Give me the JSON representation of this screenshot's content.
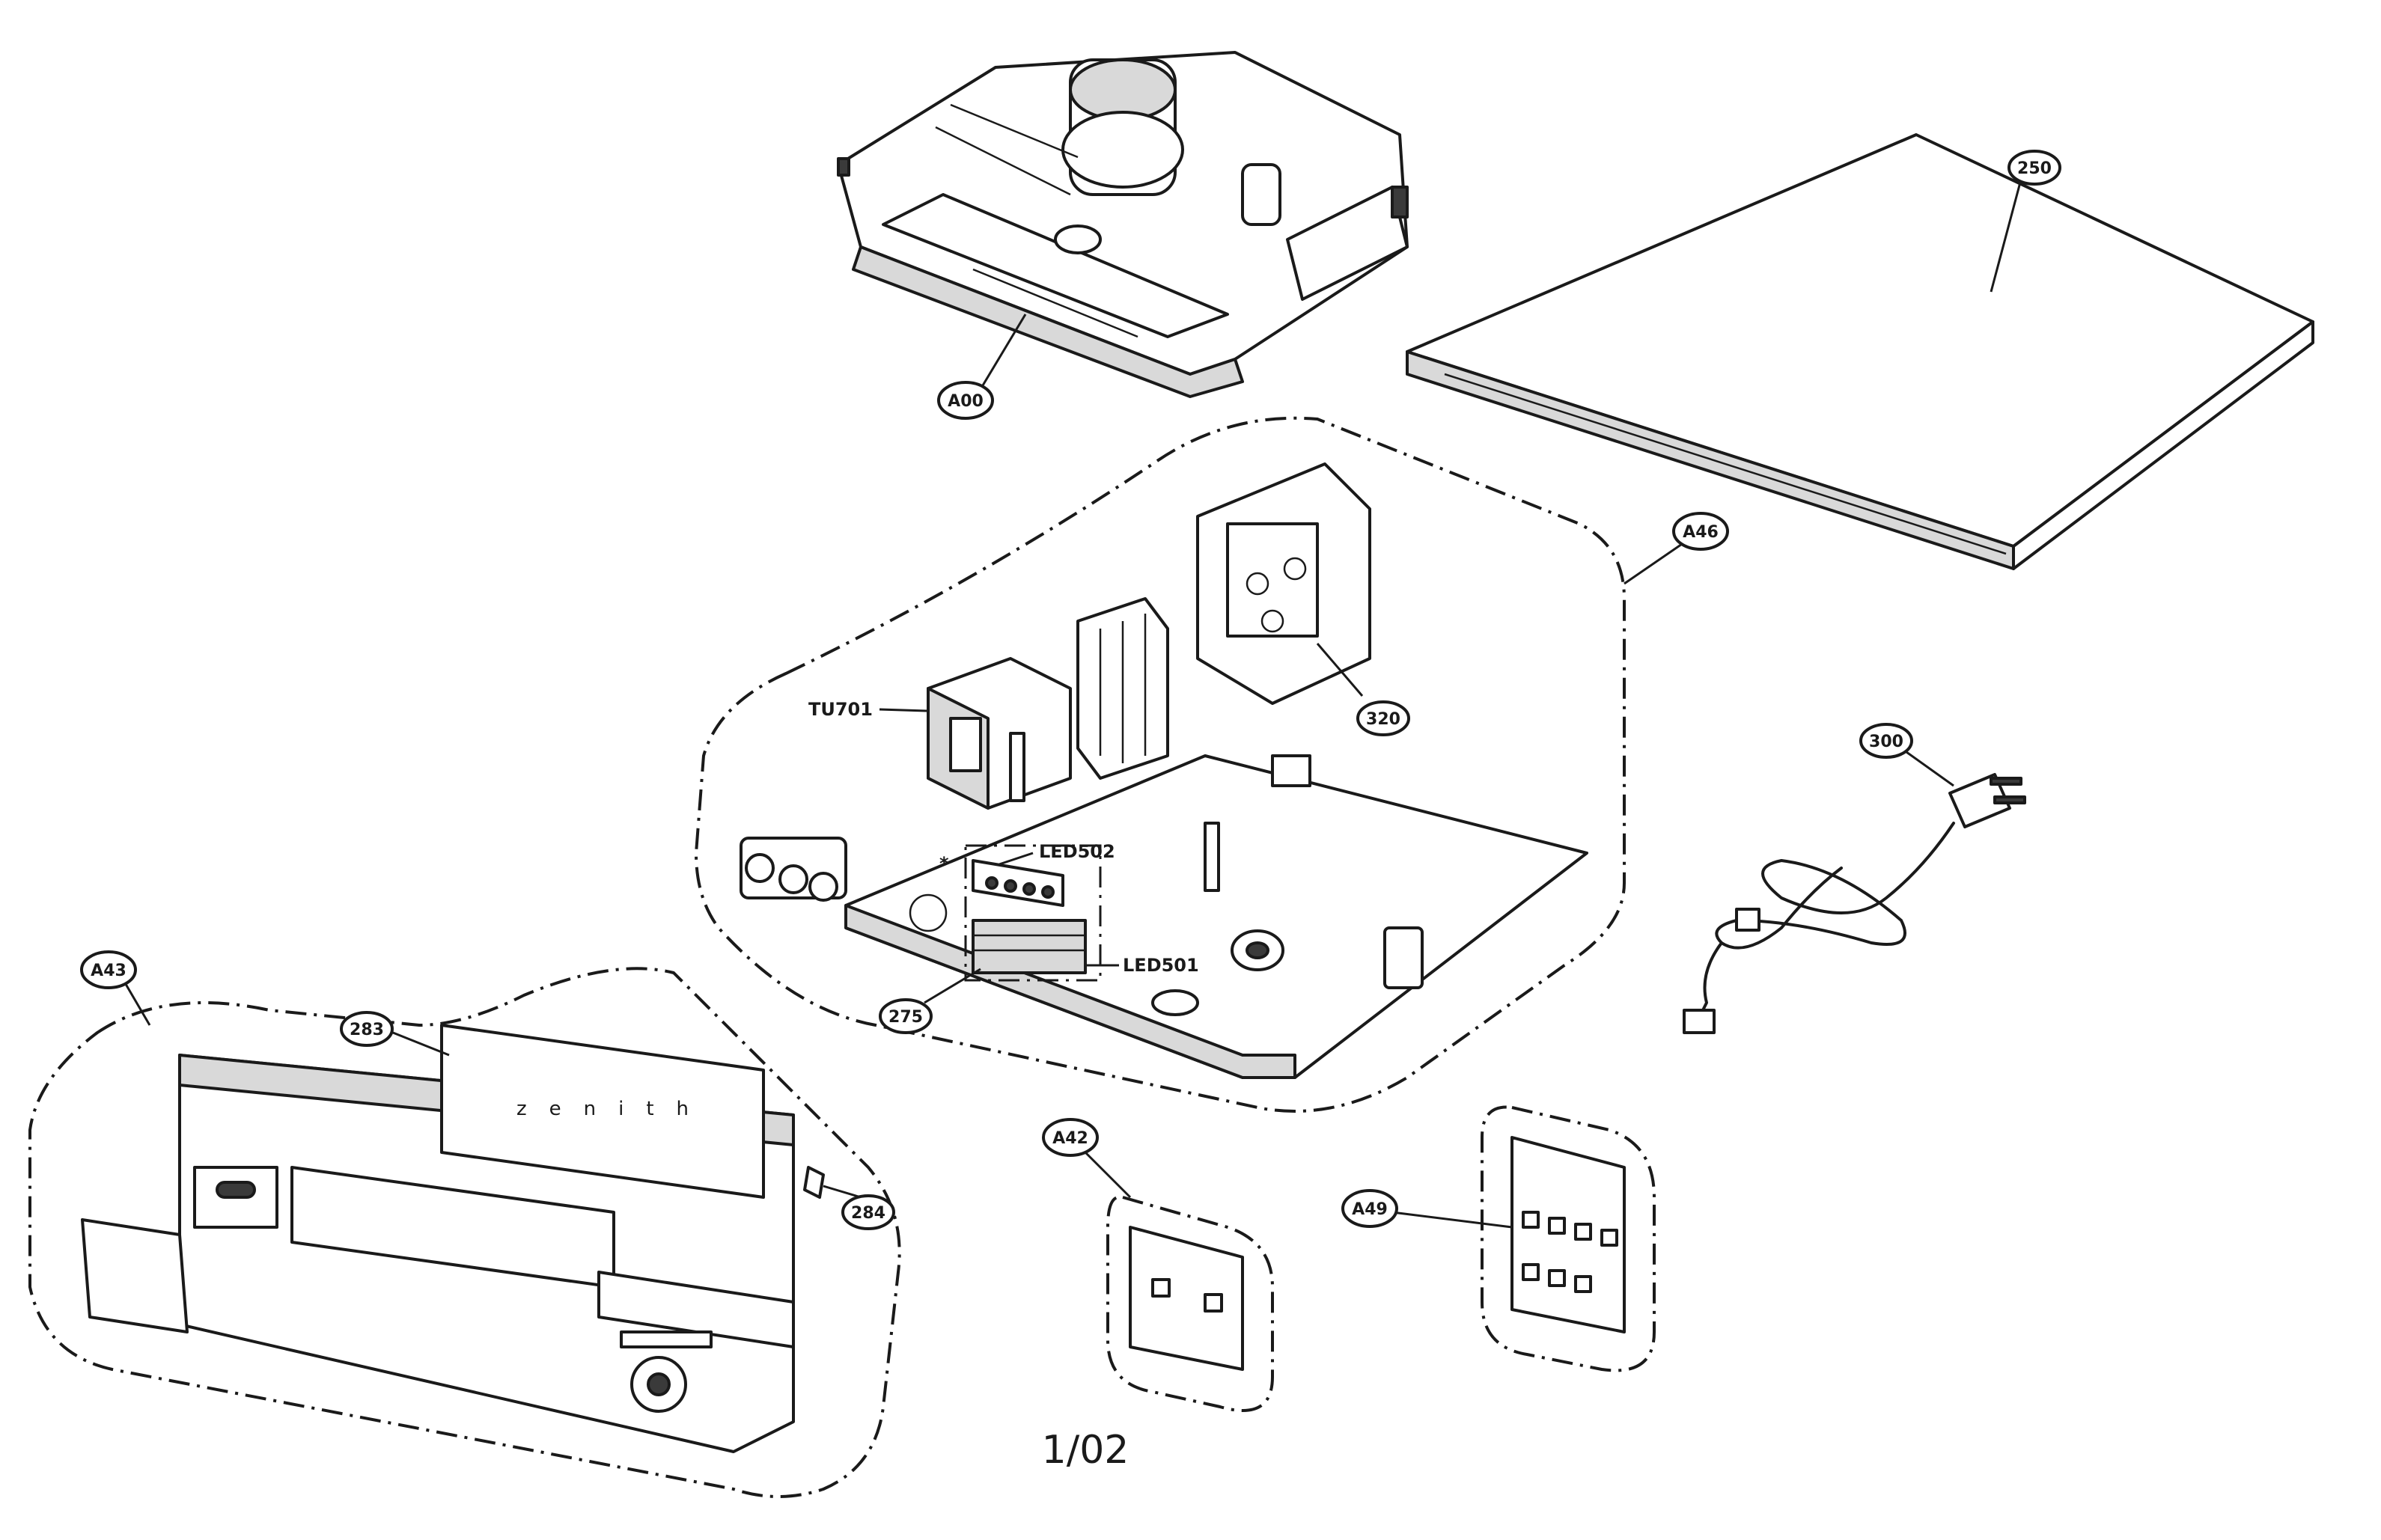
{
  "callouts": {
    "a00": "A00",
    "p250": "250",
    "a46": "A46",
    "p320": "320",
    "p300": "300",
    "a43": "A43",
    "p283": "283",
    "p284": "284",
    "p275": "275",
    "a42": "A42",
    "a49": "A49"
  },
  "labels": {
    "tu701": "TU701",
    "led502": "LED502",
    "led501": "LED501",
    "star": "*"
  },
  "brand": "zenith",
  "page_number": "1/02"
}
